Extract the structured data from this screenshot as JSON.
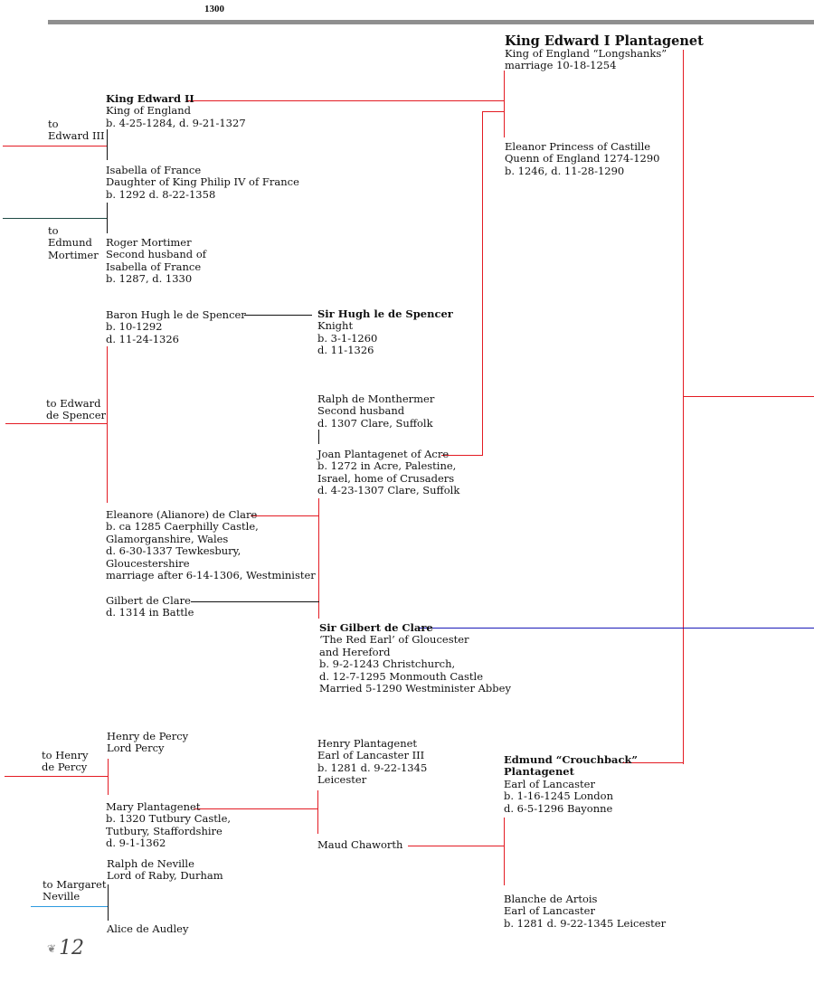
{
  "header": {
    "year": "1300"
  },
  "page_number": "12",
  "people": {
    "edward1": {
      "name": "King Edward I Plantagenet",
      "lines": [
        "King of England “Longshanks”",
        "marriage 10-18-1254"
      ]
    },
    "eleanor_castille": {
      "lines": [
        "Eleanor Princess of Castille",
        "Quenn of England 1274-1290",
        "b. 1246,  d. 11-28-1290"
      ]
    },
    "edward2": {
      "name": "King Edward II",
      "lines": [
        "King of England",
        "b. 4-25-1284, d. 9-21-1327"
      ]
    },
    "isabella": {
      "lines": [
        "Isabella of France",
        "Daughter of King Philip IV of France",
        "b. 1292 d. 8-22-1358"
      ]
    },
    "roger": {
      "lines": [
        "Roger Mortimer",
        "Second husband of",
        "Isabella of France",
        "b. 1287, d. 1330"
      ]
    },
    "baron_hugh": {
      "lines": [
        "Baron Hugh le de Spencer",
        "b. 10-1292",
        "d. 11-24-1326"
      ]
    },
    "sir_hugh": {
      "name": "Sir Hugh le de Spencer",
      "lines": [
        "Knight",
        "b. 3-1-1260",
        "d. 11-1326"
      ]
    },
    "ralph_monthermer": {
      "lines": [
        "Ralph de Monthermer",
        "Second husband",
        "d. 1307 Clare, Suffolk"
      ]
    },
    "joan": {
      "lines": [
        "Joan Plantagenet of Acre",
        "b. 1272 in Acre, Palestine,",
        "Israel, home of Crusaders",
        "d. 4-23-1307 Clare, Suffolk"
      ]
    },
    "eleanore_clare": {
      "lines": [
        "Eleanore (Alianore) de Clare",
        "b. ca 1285 Caerphilly Castle,",
        "Glamorganshire, Wales",
        "d. 6-30-1337  Tewkesbury,",
        "Gloucestershire",
        "marriage after 6-14-1306, Westminister"
      ]
    },
    "gilbert_clare": {
      "lines": [
        "Gilbert de Clare",
        "d. 1314 in Battle"
      ]
    },
    "sir_gilbert": {
      "name": "Sir Gilbert de Clare",
      "lines": [
        "‘The Red Earl’ of Gloucester",
        "and Hereford",
        "b. 9-2-1243 Christchurch,",
        "d. 12-7-1295 Monmouth Castle",
        "Married 5-1290 Westminister Abbey"
      ]
    },
    "henry_percy": {
      "lines": [
        "Henry de Percy",
        "Lord Percy"
      ]
    },
    "mary": {
      "lines": [
        "Mary Plantagenet",
        "b. 1320 Tutbury Castle,",
        "Tutbury, Staffordshire",
        "d. 9-1-1362"
      ]
    },
    "henry_plantagenet": {
      "lines": [
        "Henry Plantagenet",
        "Earl of Lancaster III",
        "b. 1281  d. 9-22-1345",
        "Leicester"
      ]
    },
    "maud": {
      "lines": [
        "Maud Chaworth"
      ]
    },
    "edmund": {
      "name_lines": [
        "Edmund “Crouchback”",
        "Plantagenet"
      ],
      "lines": [
        "Earl of Lancaster",
        "b. 1-16-1245  London",
        "d. 6-5-1296 Bayonne"
      ]
    },
    "blanche": {
      "lines": [
        "Blanche de Artois",
        "Earl of Lancaster",
        "b. 1281  d. 9-22-1345 Leicester"
      ]
    },
    "ralph_neville": {
      "lines": [
        "Ralph de Neville",
        "Lord of Raby, Durham"
      ]
    },
    "alice": {
      "lines": [
        "Alice de Audley"
      ]
    }
  },
  "links": {
    "edward3": [
      "to",
      "Edward III"
    ],
    "edmund_mortimer": [
      "to",
      "Edmund",
      "Mortimer"
    ],
    "edward_spencer": [
      "to Edward",
      "de Spencer"
    ],
    "henry_percy": [
      "to Henry",
      "de Percy"
    ],
    "margaret_neville": [
      "to Margaret",
      "Neville"
    ]
  },
  "colors": {
    "red": "#e31b23",
    "black": "#111111",
    "blue": "#1a1ab8",
    "teal": "#1f4a44",
    "light_blue": "#2d9be0",
    "bar_gray": "#8f8f8f"
  }
}
